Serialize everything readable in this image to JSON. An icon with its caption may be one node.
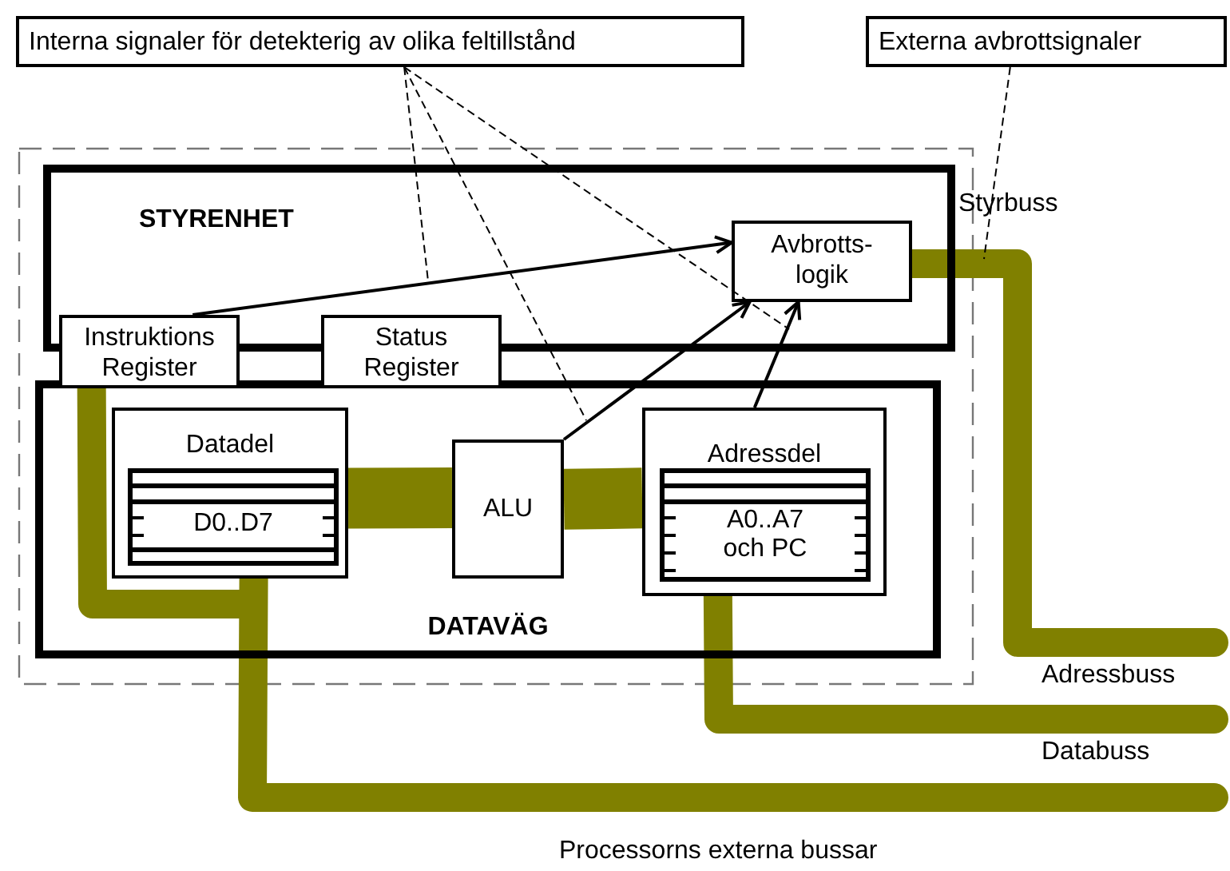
{
  "diagram": {
    "nodes": [
      {
        "text": [
          "Interna signaler för detekterig av olika feltillstånd"
        ]
      },
      {
        "text": [
          "Externa avbrottsignaler"
        ]
      },
      {
        "text": [
          "STYRENHET"
        ]
      },
      {
        "text": [
          "Avbrotts- logik"
        ],
        "in": 2
      },
      {
        "text": [
          "Instruktions Register"
        ]
      },
      {
        "text": [
          "Status Register"
        ]
      },
      {
        "text": [
          "DATAVÄG"
        ]
      },
      {
        "text": [
          "Datadel"
        ],
        "in": 6
      },
      {
        "text": [
          "D0..D7"
        ],
        "in": 7
      },
      {
        "text": [
          "ALU"
        ],
        "in": 6
      },
      {
        "text": [
          "Adressdel"
        ],
        "in": 6
      },
      {
        "text": [
          "A0..A7 och PC"
        ],
        "in": 10
      }
    ],
    "edges": [
      {
        "from": 4,
        "to": 3,
        "arrow": "to"
      },
      {
        "from": 9,
        "to": 3,
        "arrow": "to"
      },
      {
        "from": 10,
        "to": 3,
        "arrow": "to"
      },
      {
        "from": 0,
        "to": null,
        "arrow": "none",
        "style": "dashed"
      },
      {
        "from": 0,
        "to": null,
        "arrow": "none",
        "style": "dashed"
      },
      {
        "from": 0,
        "to": null,
        "arrow": "none",
        "style": "dashed"
      },
      {
        "from": 1,
        "to": null,
        "arrow": "none",
        "style": "dashed"
      },
      {
        "from": 7,
        "to": 9,
        "arrow": "none",
        "style": "thick",
        "color": "#808000"
      },
      {
        "from": 9,
        "to": 10,
        "arrow": "none",
        "style": "thick",
        "color": "#808000"
      },
      {
        "from": 3,
        "to": null,
        "arrow": "none",
        "style": "thick",
        "color": "#808000"
      },
      {
        "from": 10,
        "to": null,
        "arrow": "none",
        "style": "thick",
        "color": "#808000"
      },
      {
        "from": 7,
        "to": null,
        "arrow": "none",
        "style": "thick",
        "color": "#808000"
      },
      {
        "from": 4,
        "to": null,
        "arrow": "none",
        "style": "thick",
        "color": "#808000"
      }
    ],
    "labels": [
      "Styrbuss",
      "Adressbuss",
      "Databuss",
      "Processorns externa bussar"
    ]
  }
}
